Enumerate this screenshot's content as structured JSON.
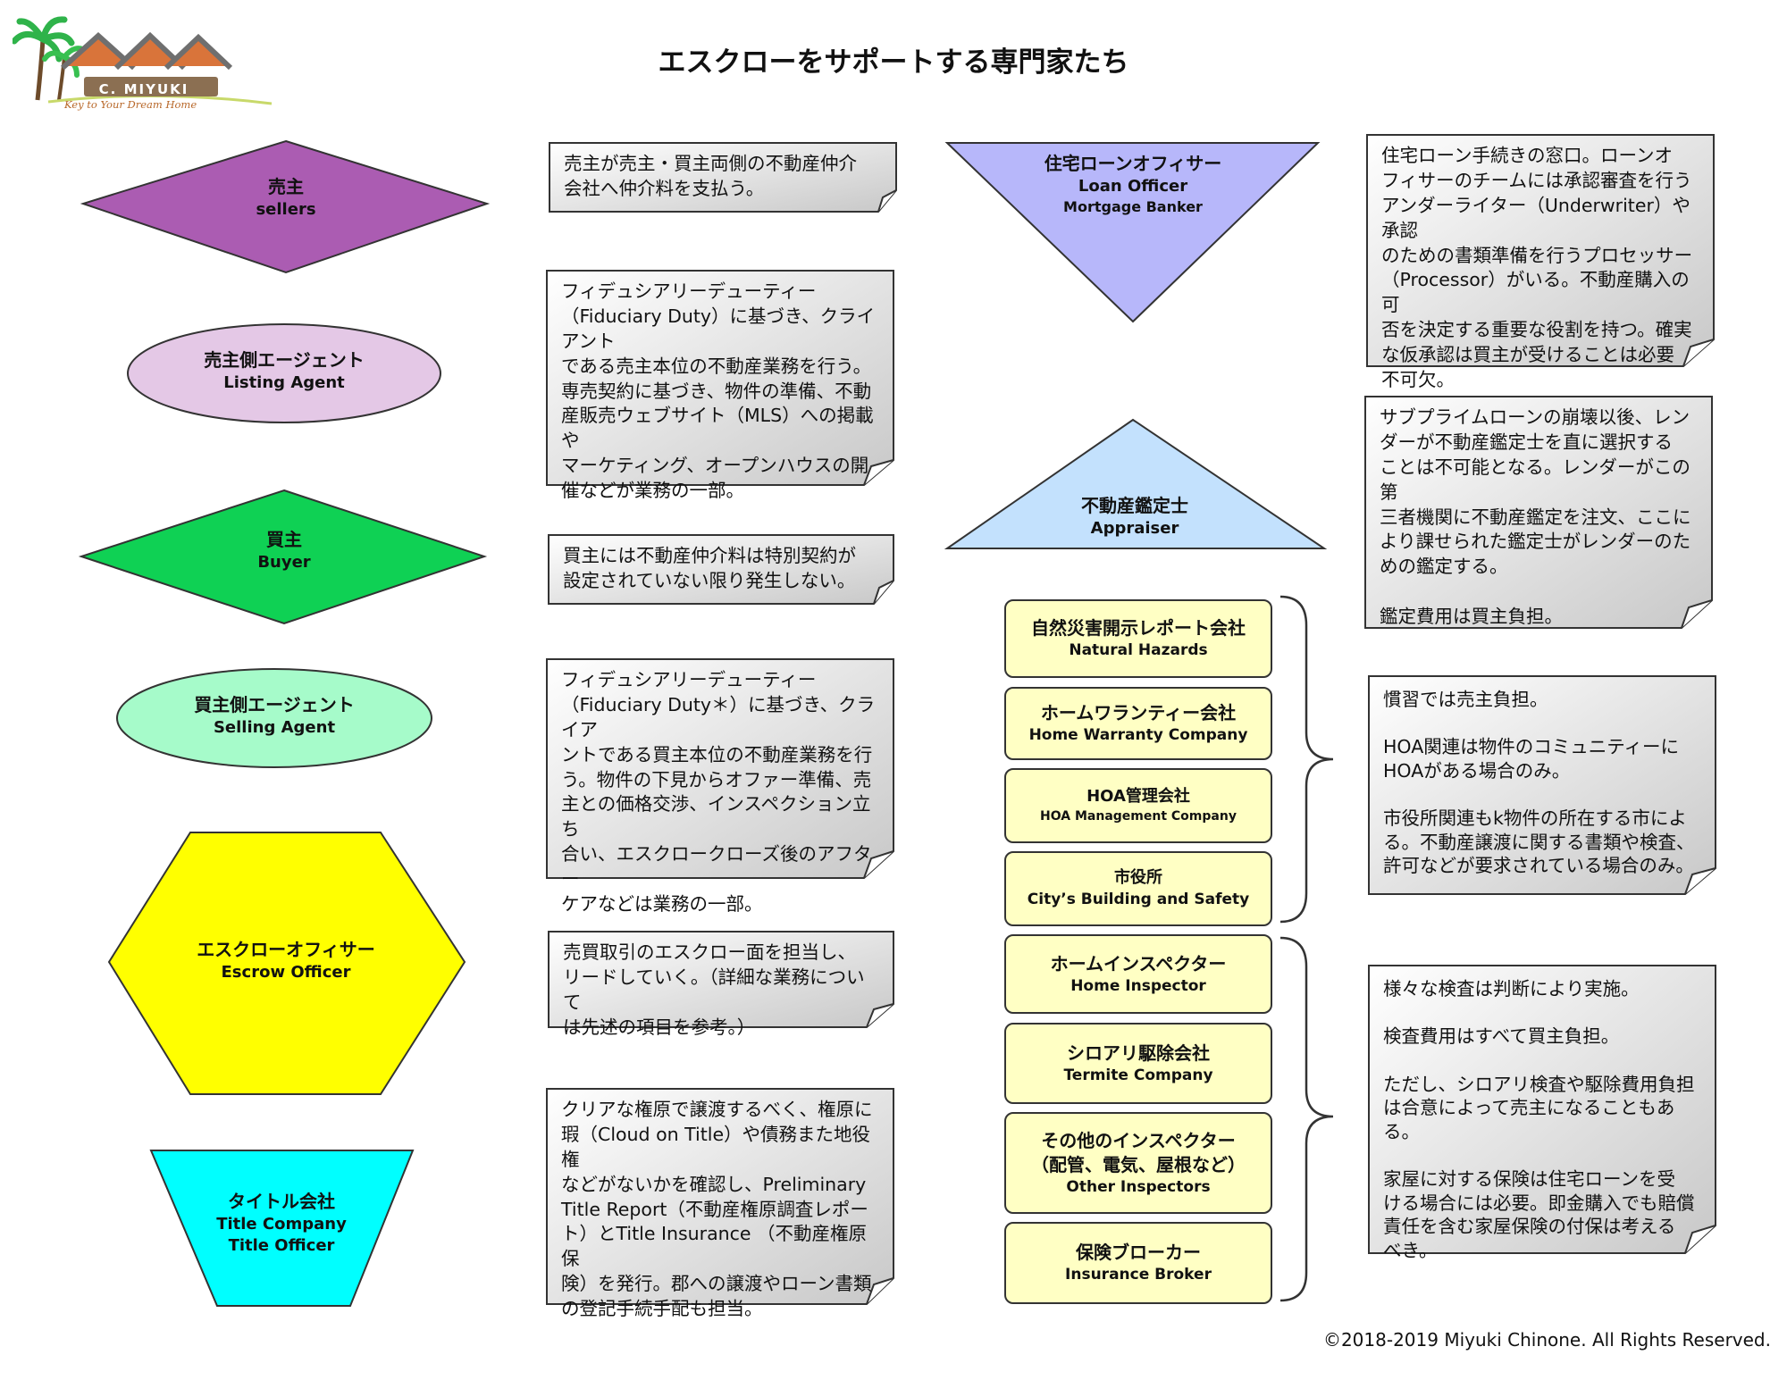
{
  "page_title": "エスクローをサポートする専門家たち",
  "logo": {
    "name": "C. MIYUKI",
    "tagline": "Key to Your Dream Home"
  },
  "colors": {
    "sellers": "#ab5cb2",
    "listing_agent": "#e4c8e6",
    "buyer": "#0fd154",
    "selling_agent": "#a6fbca",
    "escrow_officer": "#ffff00",
    "title_company": "#00ffff",
    "loan_officer": "#b7b7fa",
    "appraiser": "#c3e1fd",
    "service_box": "#ffffc4",
    "note_fill_light": "#ffffff",
    "note_fill_dark": "#c8c8c8"
  },
  "roles": {
    "sellers": {
      "jp": "売主",
      "en": "sellers"
    },
    "listing_agent": {
      "jp": "売主側エージェント",
      "en": "Listing Agent"
    },
    "buyer": {
      "jp": "買主",
      "en": "Buyer"
    },
    "selling_agent": {
      "jp": "買主側エージェント",
      "en": "Selling Agent"
    },
    "escrow_officer": {
      "jp": "エスクローオフィサー",
      "en": "Escrow Officer"
    },
    "title_company": {
      "jp": "タイトル会社",
      "en": "Title Company",
      "en2": "Title Officer"
    },
    "loan_officer": {
      "jp": "住宅ローンオフィサー",
      "en": "Loan Officer",
      "en2": "Mortgage Banker"
    },
    "appraiser": {
      "jp": "不動産鑑定士",
      "en": "Appraiser"
    }
  },
  "notes": {
    "sellers": "売主が売主・買主両側の不動産仲介\n会社へ仲介料を支払う。",
    "listing_agent": "フィデュシアリーデューティー\n（Fiduciary Duty）に基づき、クライアント\nである売主本位の不動産業務を行う。\n専売契約に基づき、物件の準備、不動\n産販売ウェブサイト（MLS）への掲載や\nマーケティング、オープンハウスの開\n催などが業務の一部。",
    "buyer": "買主には不動産仲介料は特別契約が\n設定されていない限り発生しない。",
    "selling_agent": "フィデュシアリーデューティー\n（Fiduciary Duty＊）に基づき、クライア\nントである買主本位の不動産業務を行\nう。物件の下見からオファー準備、売\n主との価格交渉、インスペクション立ち\n合い、エスクロークローズ後のアフター\nケアなどは業務の一部。",
    "escrow_officer": "売買取引のエスクロー面を担当し、\nリードしていく。（詳細な業務について\nは先述の項目を参考。）",
    "title_company": "クリアな権原で譲渡するべく、権原に\n瑕（Cloud on Title）や債務また地役権\nなどがないかを確認し、Preliminary\nTitle Report（不動産権原調査レポー\nト）とTitle Insurance （不動産権原保\n険）を発行。郡への譲渡やローン書類\nの登記手続手配も担当。",
    "loan_officer": "住宅ローン手続きの窓口。ローンオ\nフィサーのチームには承認審査を行う\nアンダーライター（Underwriter）や承認\nのための書類準備を行うプロセッサー\n（Processor）がいる。不動産購入の可\n否を決定する重要な役割を持つ。確実\nな仮承認は買主が受けることは必要\n不可欠。",
    "appraiser": "サブプライムローンの崩壊以後、レン\nダーが不動産鑑定士を直に選択する\nことは不可能となる。レンダーがこの第\n三者機関に不動産鑑定を注文、ここに\nより課せられた鑑定士がレンダーのた\nめの鑑定する。\n\n鑑定費用は買主負担。",
    "group1": "慣習では売主負担。\n\nHOA関連は物件のコミュニティーに\nHOAがある場合のみ。\n\n市役所関連もk物件の所在する市によ\nる。不動産譲渡に関する書類や検査、\n許可などが要求されている場合のみ。",
    "group2": "様々な検査は判断により実施。\n\n検査費用はすべて買主負担。\n\nただし、シロアリ検査や駆除費用負担\nは合意によって売主になることもある。\n\n家屋に対する保険は住宅ローンを受\nける場合には必要。即金購入でも賠償\n責任を含む家屋保険の付保は考える\nべき。"
  },
  "services": [
    {
      "jp": "自然災害開示レポート会社",
      "en": "Natural Hazards"
    },
    {
      "jp": "ホームワランティー会社",
      "en": "Home Warranty Company"
    },
    {
      "jp": "HOA管理会社",
      "en": "HOA Management Company"
    },
    {
      "jp": "市役所",
      "en": "City’s Building and Safety"
    },
    {
      "jp": "ホームインスペクター",
      "en": "Home Inspector"
    },
    {
      "jp": "シロアリ駆除会社",
      "en": "Termite Company"
    },
    {
      "jp": "その他のインスペクター\n（配管、電気、屋根など）",
      "en": "Other Inspectors"
    },
    {
      "jp": "保険ブローカー",
      "en": "Insurance Broker"
    }
  ],
  "copyright": "©2018-2019 Miyuki Chinone. All Rights Reserved."
}
